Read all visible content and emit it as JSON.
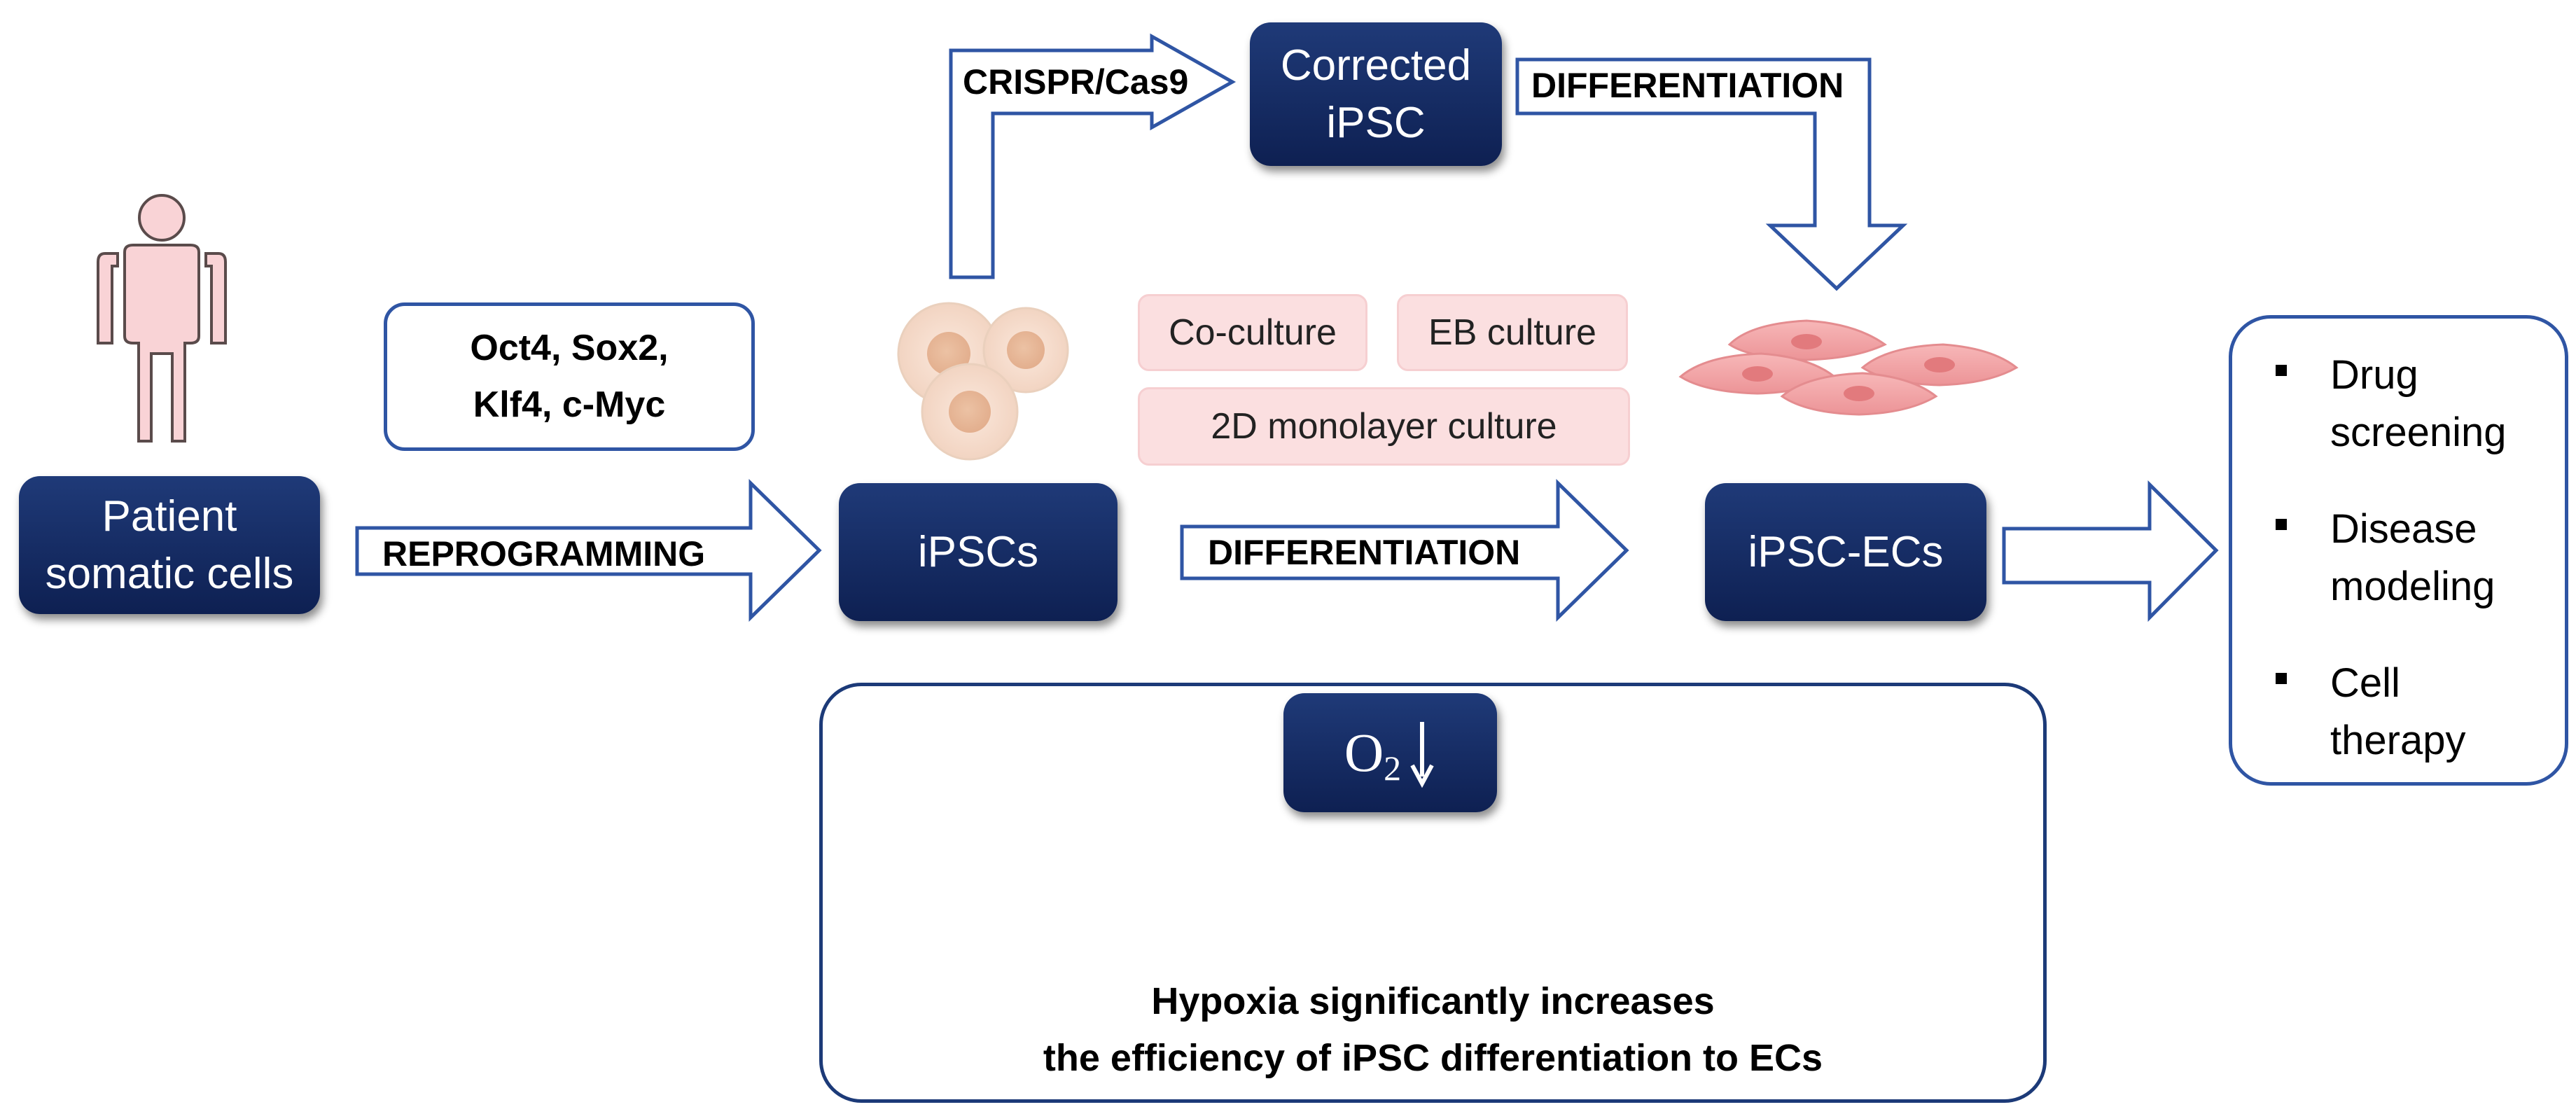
{
  "boxes": {
    "patient": "Patient\nsomatic cells",
    "ipscs": "iPSCs",
    "corrected": "Corrected\niPSC",
    "ipsc_ecs": "iPSC-ECs"
  },
  "factors": "Oct4, Sox2,\nKlf4, c-Myc",
  "arrows": {
    "reprogramming": "REPROGRAMMING",
    "differentiation_main": "DIFFERENTIATION",
    "crispr": "CRISPR/Cas9",
    "differentiation_top": "DIFFERENTIATION"
  },
  "methods": {
    "coculture": "Co-culture",
    "eb": "EB culture",
    "monolayer": "2D monolayer culture"
  },
  "applications": [
    "Drug\nscreening",
    "Disease\nmodeling",
    "Cell\ntherapy"
  ],
  "hypoxia": {
    "o2_symbol": "O",
    "o2_subscript": "2",
    "text": "Hypoxia significantly increases\nthe efficiency of iPSC differentiation to ECs"
  },
  "colors": {
    "navy": "#13275e",
    "outline_blue": "#2f55a4",
    "pink_cell": "#f2a6a8",
    "beige_cell": "#f5dac7",
    "person": "#f9d3d6"
  },
  "icons": [
    "person-icon",
    "stem-cell-icon",
    "endothelial-cell-icon",
    "down-arrow-icon"
  ]
}
